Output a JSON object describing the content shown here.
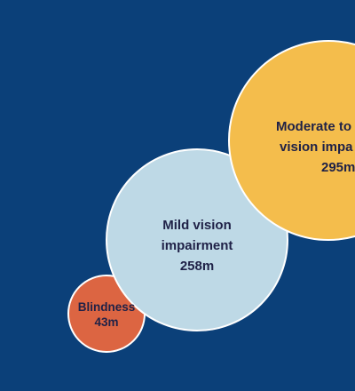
{
  "chart_data": {
    "type": "bubble",
    "unit": "m",
    "bubbles": [
      {
        "key": "blindness",
        "label_lines": [
          "Blindness",
          "43m"
        ],
        "value": 43,
        "color": "#dc6542"
      },
      {
        "key": "mild",
        "label_lines": [
          "Mild vision",
          "impairment",
          "258m"
        ],
        "value": 258,
        "color": "#bed9e6"
      },
      {
        "key": "moderate-severe",
        "label_lines": [
          "Moderate to",
          "vision impa",
          "295m"
        ],
        "value": 295,
        "color": "#f4bd4c"
      }
    ]
  },
  "colors": {
    "background": "#0b4079",
    "bubble_stroke": "#ffffff",
    "label_text": "#1f2147"
  }
}
